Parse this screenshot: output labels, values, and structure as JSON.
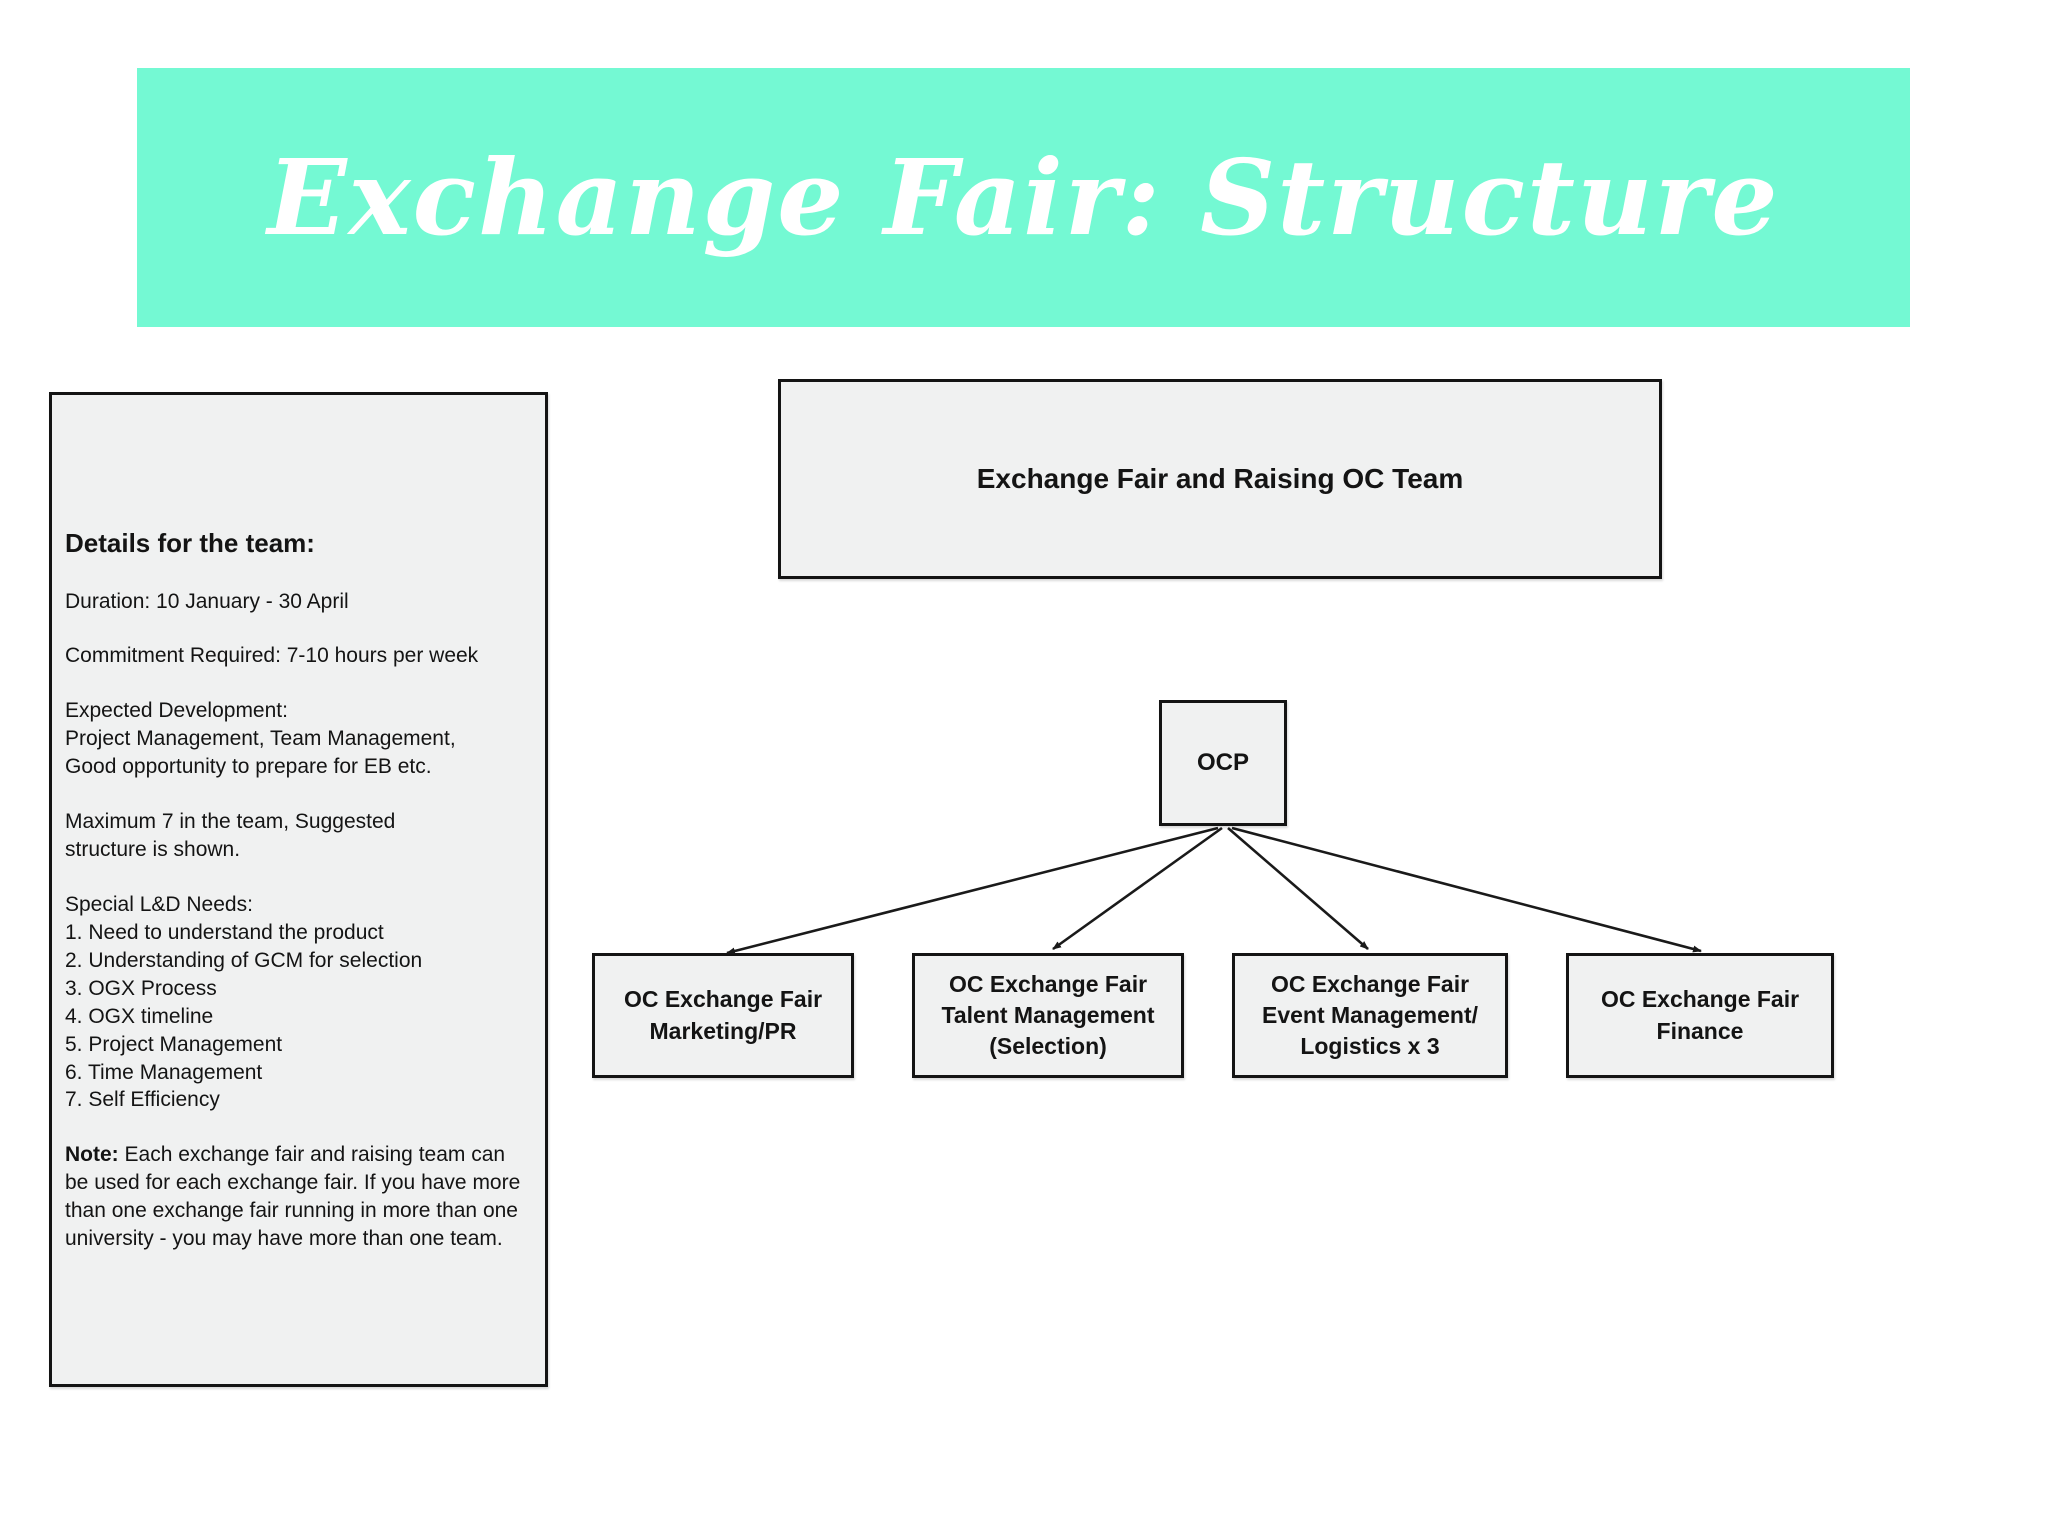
{
  "header": {
    "title": "Exchange Fair: Structure",
    "background_color": "#74F9D3",
    "text_color": "#ffffff"
  },
  "sidebar": {
    "heading": "Details for the team:",
    "duration": "Duration: 10 January - 30 April",
    "commitment": "Commitment Required: 7-10 hours per week",
    "development": "Expected Development:\nProject Management, Team Management,\nGood opportunity to prepare for EB etc.",
    "team_size": "Maximum 7 in the team, Suggested\nstructure is shown.",
    "lnd_heading": "Special L&D Needs:",
    "lnd_items": [
      "1. Need to understand the product",
      "2. Understanding of GCM for selection",
      "3. OGX Process",
      "4. OGX timeline",
      "5. Project Management",
      "6. Time Management",
      "7. Self Efficiency"
    ],
    "note_label": "Note:",
    "note_text": " Each exchange fair and raising team can be used for each exchange fair. If you have more than one exchange fair running in more than one university - you may have more than one team."
  },
  "diagram": {
    "root_box": "Exchange Fair and Raising OC Team",
    "ocp_box": "OCP",
    "children": [
      "OC Exchange Fair\nMarketing/PR",
      "OC Exchange Fair\nTalent Management\n(Selection)",
      "OC Exchange Fair\nEvent Management/\nLogistics x 3",
      "OC Exchange Fair\nFinance"
    ],
    "box_fill_color": "#f0f1f1",
    "box_border_color": "#141414",
    "arrow_color": "#1a1a1a"
  }
}
